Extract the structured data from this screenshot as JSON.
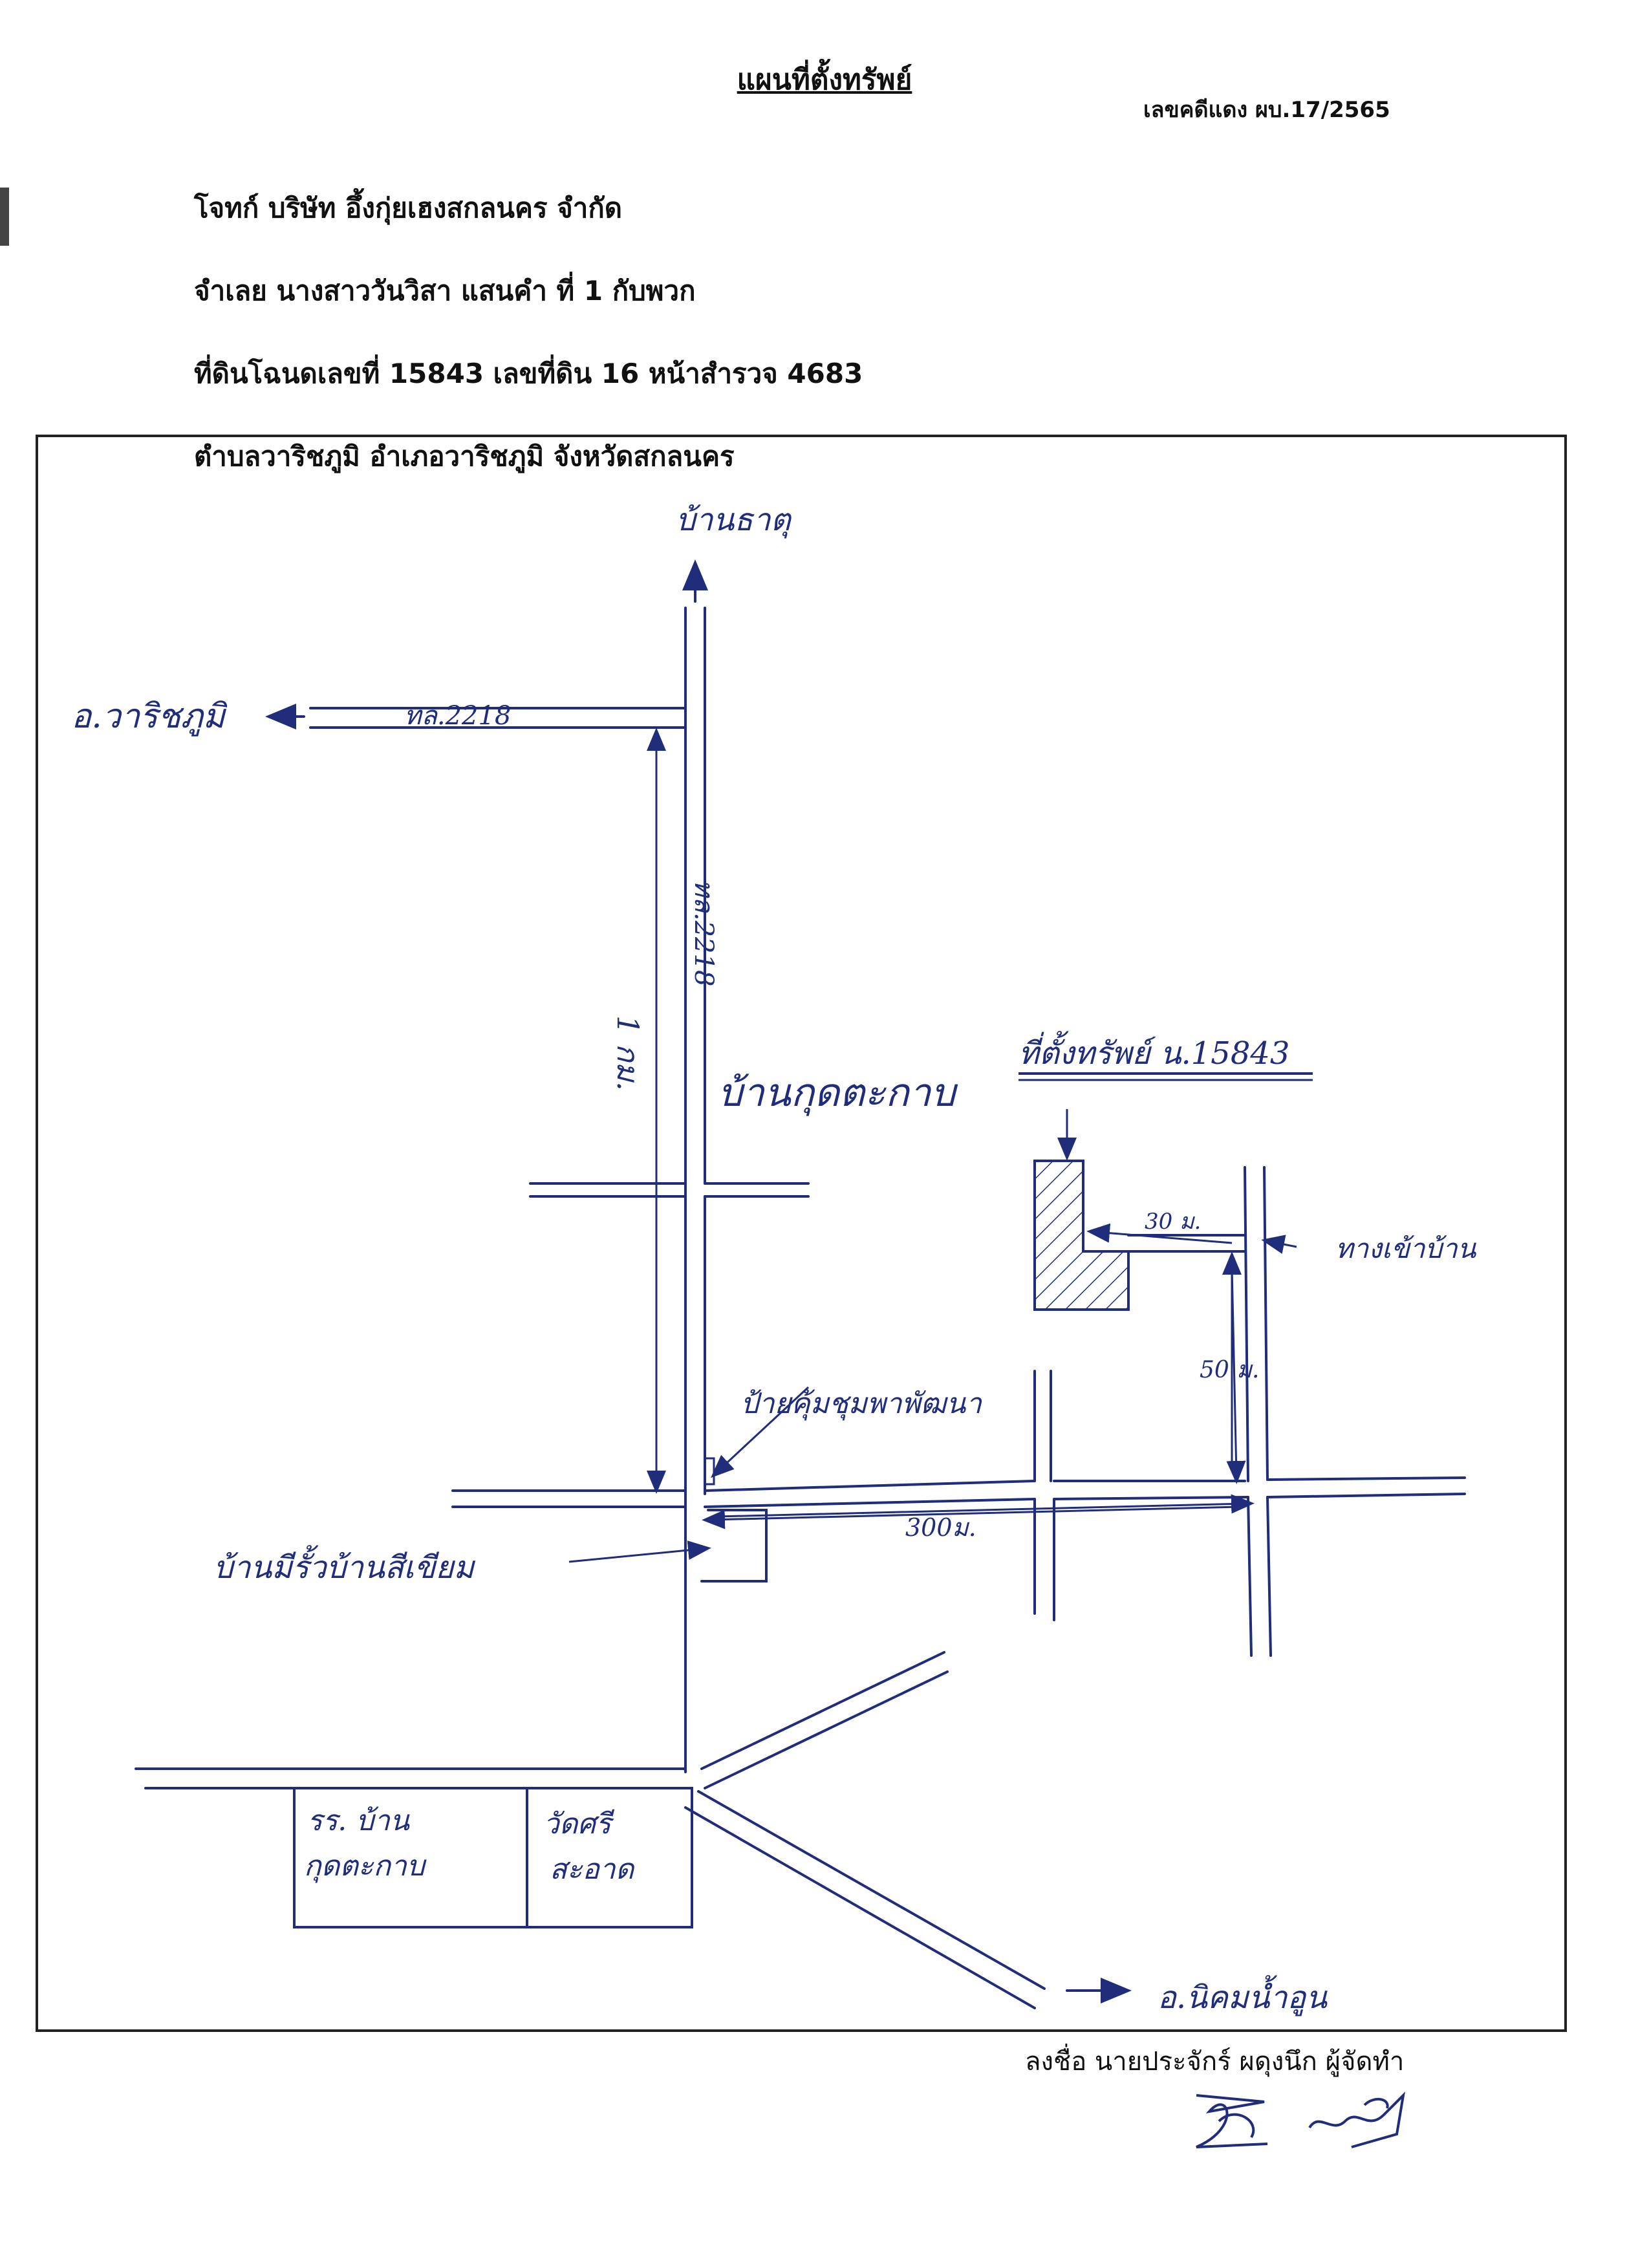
{
  "header": {
    "title": "แผนที่ตั้งทรัพย์",
    "case_number": "เลขคดีแดง ผบ.17/2565",
    "lines": [
      "โจทก์ บริษัท อึ้งกุ่ยเฮงสกลนคร จำกัด",
      "จำเลย นางสาววันวิสา แสนคำ  ที่ 1 กับพวก",
      "ที่ดินโฉนดเลขที่ 15843 เลขที่ดิน 16  หน้าสำรวจ 4683",
      "ตำบลวาริชภูมิ  อำเภอวาริชภูมิ  จังหวัดสกลนคร"
    ]
  },
  "map": {
    "ink_color": "#1f2d7a",
    "labels": {
      "north_village": "บ้านธาตุ",
      "west_district": "อ.วาริชภูมิ",
      "road_top": "ทล.2218",
      "road_vertical": "ทล.2218",
      "distance_vertical": "1 กม.",
      "village_center": "บ้านกุดตะกาบ",
      "property": "ที่ตั้งทรัพย์ น.15843",
      "distance_30": "30 ม.",
      "entrance": "ทางเข้าบ้าน",
      "distance_50": "50 ม.",
      "sign": "ป้ายคุ้มชุมพาพัฒนา",
      "distance_300": "300ม.",
      "landmark_house": "บ้านมีรั้วบ้านสีเขียม",
      "school": [
        "รร. บ้าน",
        "กุดตะกาบ"
      ],
      "temple": [
        "วัดศรี",
        "สะอาด"
      ],
      "southeast_district": "อ.นิคมน้ำอูน"
    }
  },
  "footer": {
    "signer": "ลงชื่อ นายประจักร์ ผดุงนึก ผู้จัดทำ"
  }
}
